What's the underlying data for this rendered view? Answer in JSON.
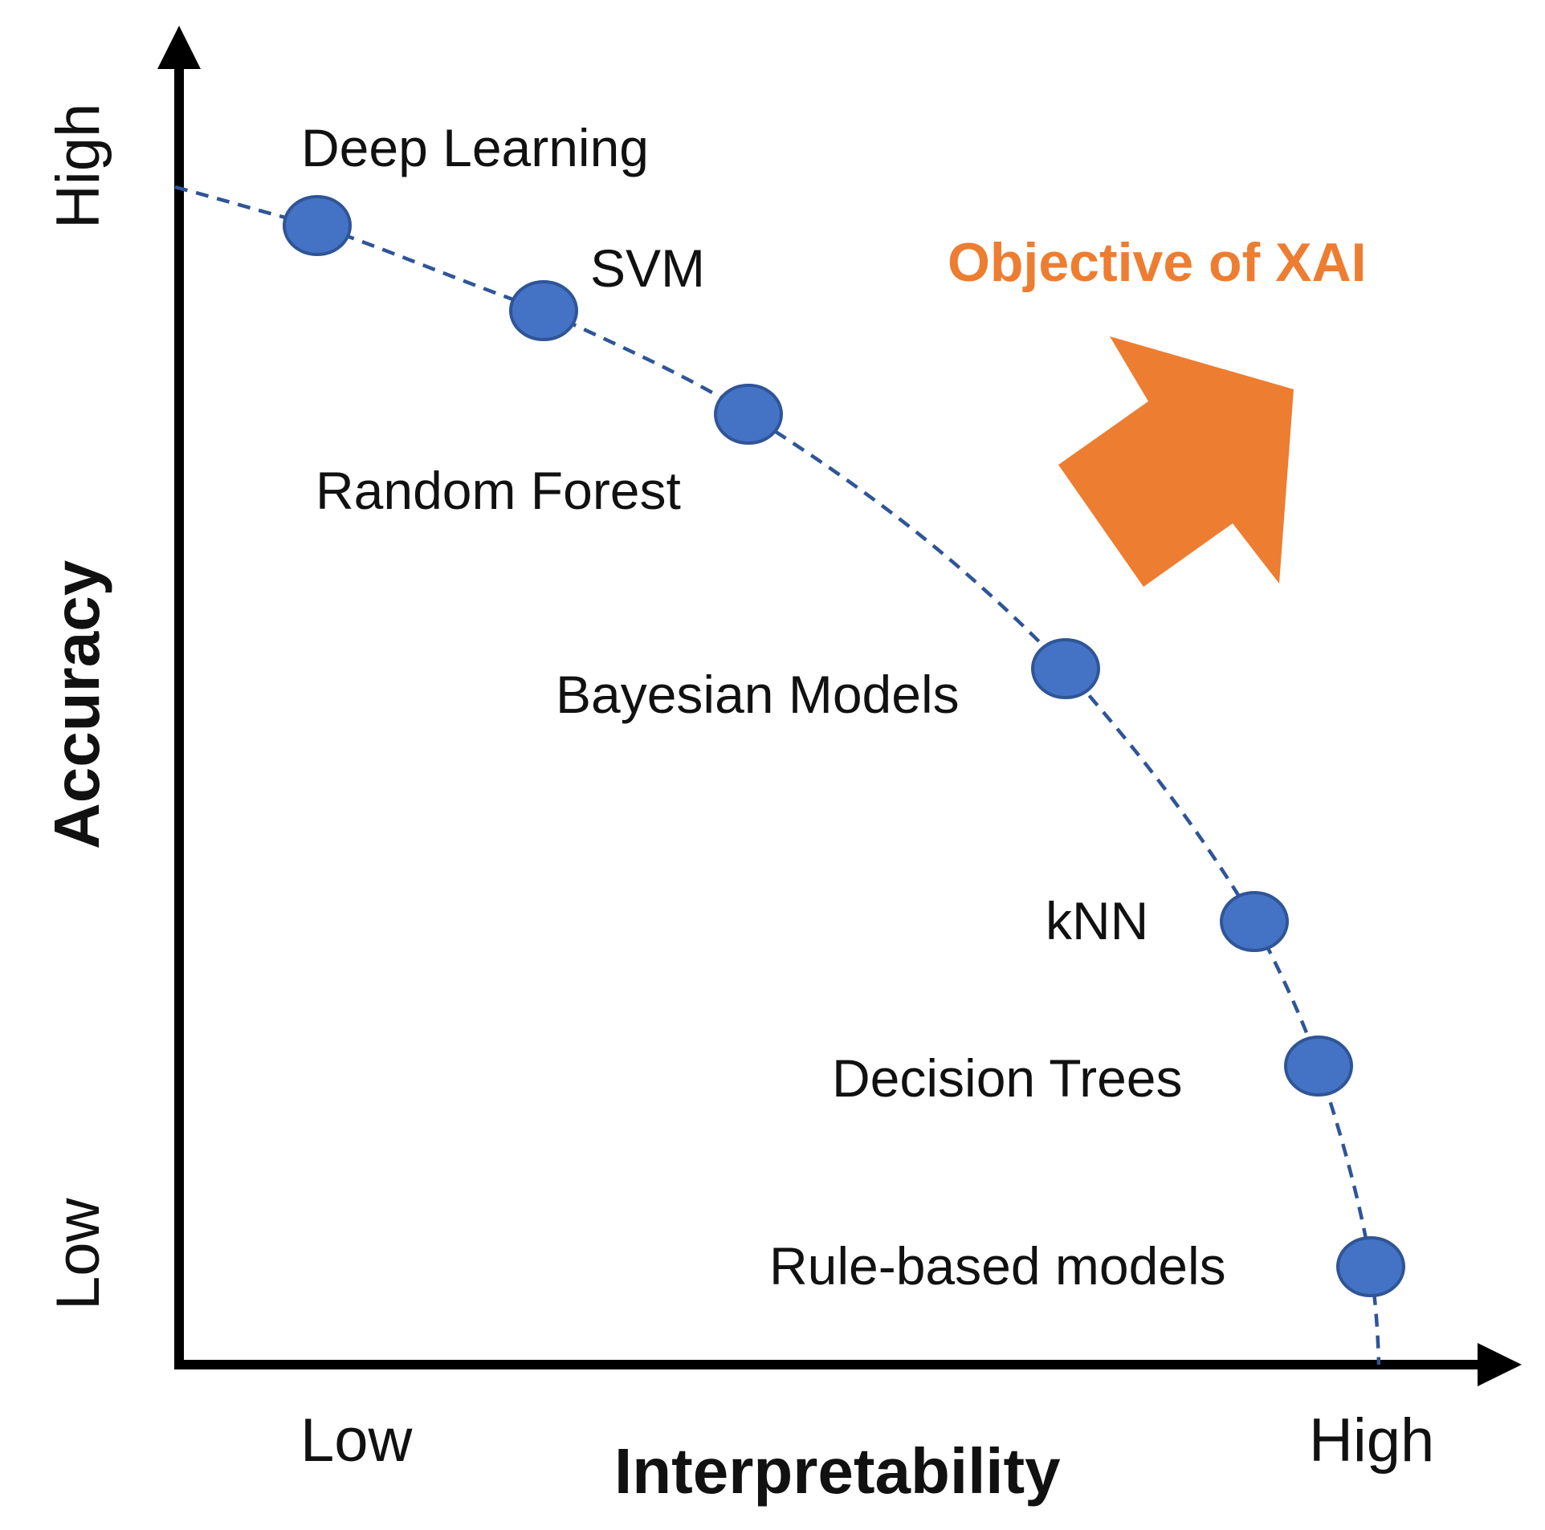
{
  "axes": {
    "x_title": "Interpretability",
    "y_title": "Accuracy",
    "x_low": "Low",
    "x_high": "High",
    "y_low": "Low",
    "y_high": "High"
  },
  "models": [
    {
      "label": "Deep Learning"
    },
    {
      "label": "SVM"
    },
    {
      "label": "Random Forest"
    },
    {
      "label": "Bayesian Models"
    },
    {
      "label": "kNN"
    },
    {
      "label": "Decision Trees"
    },
    {
      "label": "Rule-based models"
    }
  ],
  "objective": {
    "label": "Objective of XAI"
  },
  "colors": {
    "axis": "#000000",
    "curve": "#2F5597",
    "point_fill": "#4472C4",
    "point_stroke": "#2F5597",
    "arrow": "#ED7D31",
    "objective_text": "#ED7D31",
    "text": "#111111"
  }
}
